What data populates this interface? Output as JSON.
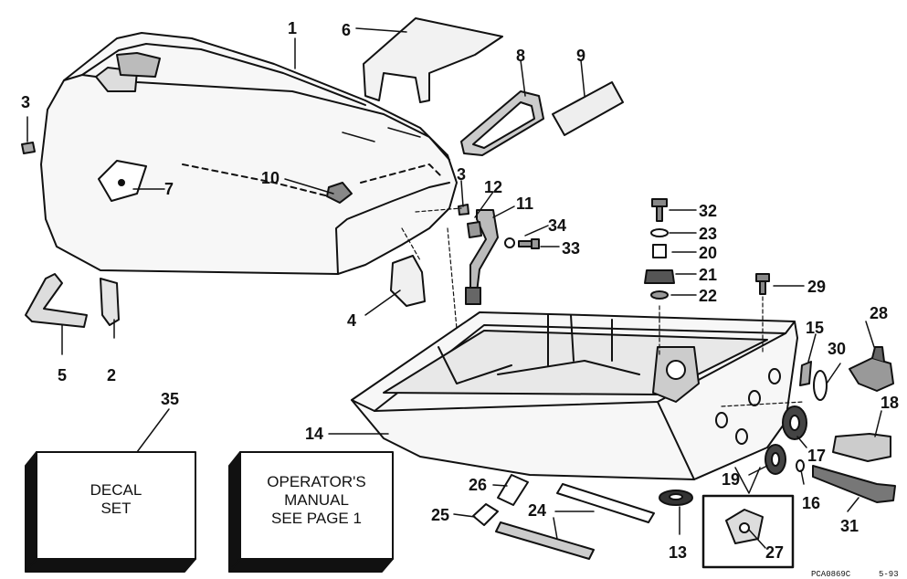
{
  "callouts": {
    "n1": "1",
    "n2": "2",
    "n3a": "3",
    "n3b": "3",
    "n4": "4",
    "n5": "5",
    "n6": "6",
    "n7": "7",
    "n8": "8",
    "n9": "9",
    "n10": "10",
    "n11": "11",
    "n12": "12",
    "n13": "13",
    "n14": "14",
    "n15": "15",
    "n16": "16",
    "n17": "17",
    "n18": "18",
    "n19": "19",
    "n20": "20",
    "n21": "21",
    "n22": "22",
    "n23": "23",
    "n24": "24",
    "n25": "25",
    "n26": "26",
    "n27": "27",
    "n28": "28",
    "n29": "29",
    "n30": "30",
    "n31": "31",
    "n32": "32",
    "n33": "33",
    "n34": "34",
    "n35": "35"
  },
  "boxes": {
    "decal_line1": "DECAL",
    "decal_line2": "SET",
    "manual_line1": "OPERATOR'S",
    "manual_line2": "MANUAL",
    "manual_line3": "SEE PAGE 1"
  },
  "footer": {
    "code": "PCA0869C",
    "date": "5-93"
  }
}
